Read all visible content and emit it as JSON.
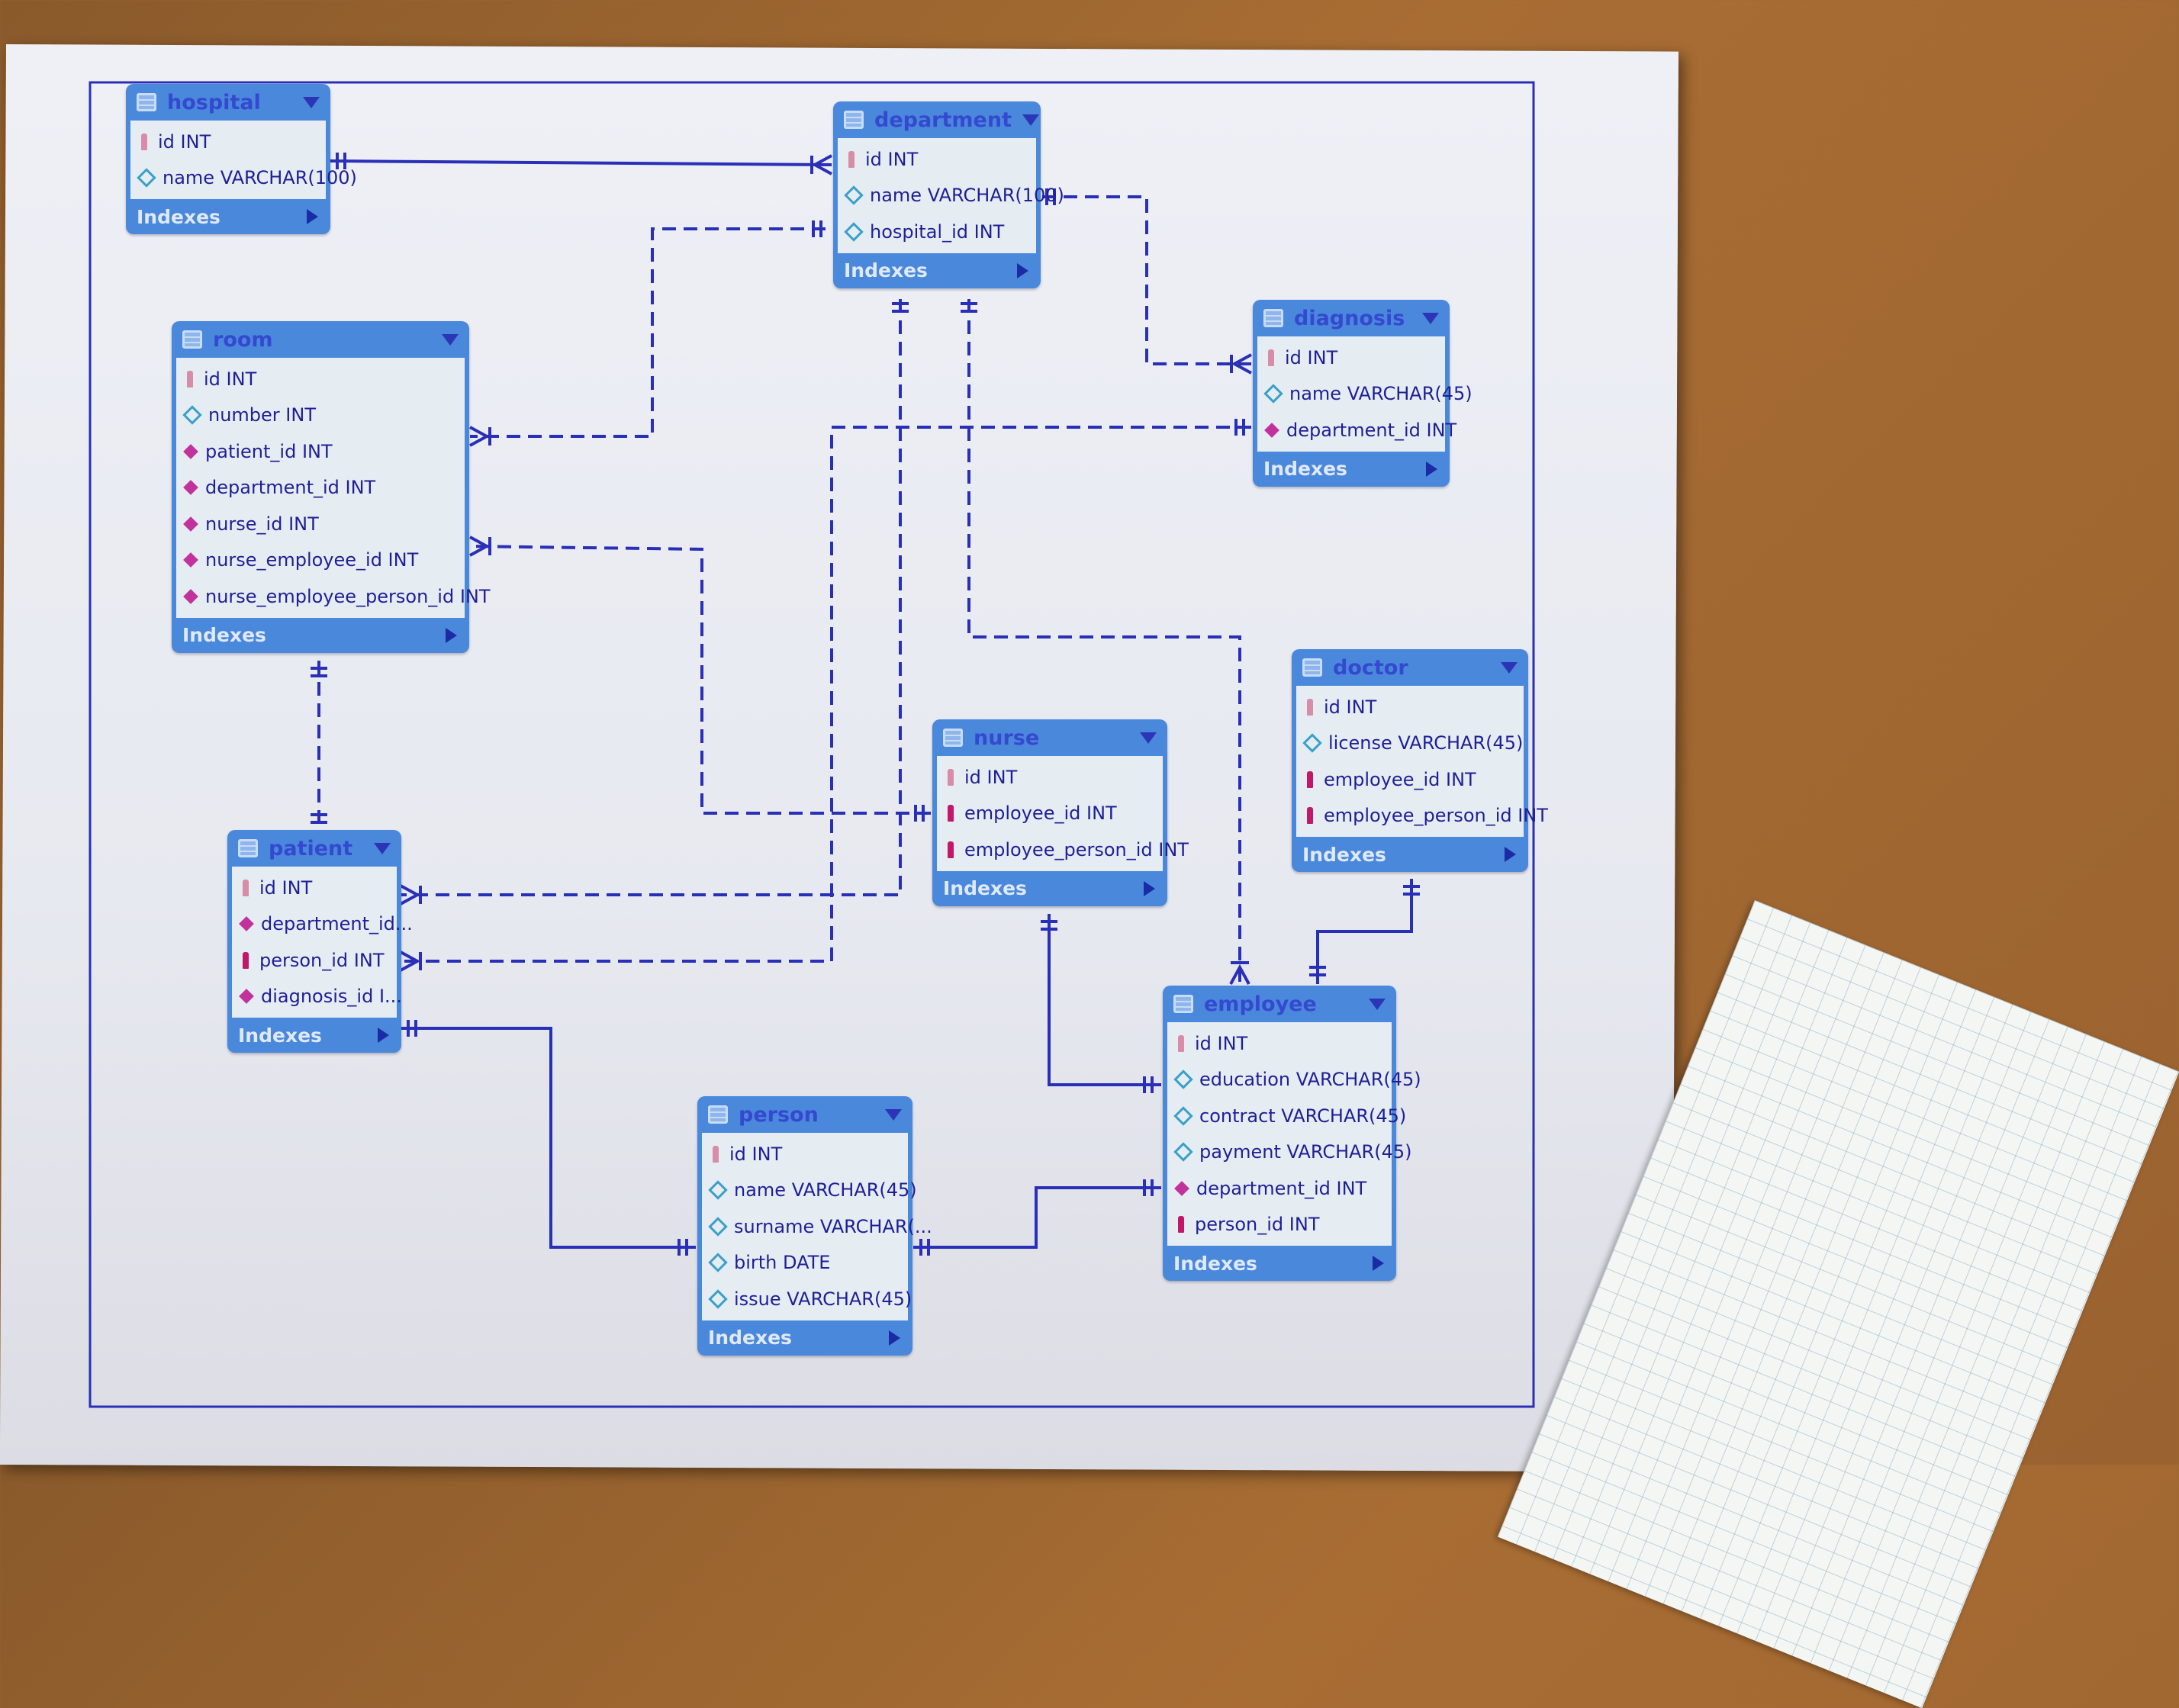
{
  "diagram": {
    "tables": [
      {
        "id": "hospital",
        "name": "hospital",
        "columns": [
          {
            "icon": "pk",
            "text": "id INT"
          },
          {
            "icon": "attr",
            "text": "name VARCHAR(100)"
          }
        ],
        "footer": "Indexes"
      },
      {
        "id": "department",
        "name": "department",
        "columns": [
          {
            "icon": "pk",
            "text": "id INT"
          },
          {
            "icon": "attr",
            "text": "name VARCHAR(100)"
          },
          {
            "icon": "attr",
            "text": "hospital_id INT"
          }
        ],
        "footer": "Indexes"
      },
      {
        "id": "diagnosis",
        "name": "diagnosis",
        "columns": [
          {
            "icon": "pk",
            "text": "id INT"
          },
          {
            "icon": "attr",
            "text": "name VARCHAR(45)"
          },
          {
            "icon": "fk",
            "text": "department_id INT"
          }
        ],
        "footer": "Indexes"
      },
      {
        "id": "room",
        "name": "room",
        "columns": [
          {
            "icon": "pk",
            "text": "id INT"
          },
          {
            "icon": "attr",
            "text": "number INT"
          },
          {
            "icon": "fk",
            "text": "patient_id INT"
          },
          {
            "icon": "fk",
            "text": "department_id INT"
          },
          {
            "icon": "fk",
            "text": "nurse_id INT"
          },
          {
            "icon": "fk",
            "text": "nurse_employee_id INT"
          },
          {
            "icon": "fk",
            "text": "nurse_employee_person_id INT"
          }
        ],
        "footer": "Indexes"
      },
      {
        "id": "doctor",
        "name": "doctor",
        "columns": [
          {
            "icon": "pk",
            "text": "id INT"
          },
          {
            "icon": "attr",
            "text": "license VARCHAR(45)"
          },
          {
            "icon": "pkfk",
            "text": "employee_id INT"
          },
          {
            "icon": "pkfk",
            "text": "employee_person_id INT"
          }
        ],
        "footer": "Indexes"
      },
      {
        "id": "nurse",
        "name": "nurse",
        "columns": [
          {
            "icon": "pk",
            "text": "id INT"
          },
          {
            "icon": "pkfk",
            "text": "employee_id INT"
          },
          {
            "icon": "pkfk",
            "text": "employee_person_id INT"
          }
        ],
        "footer": "Indexes"
      },
      {
        "id": "patient",
        "name": "patient",
        "columns": [
          {
            "icon": "pk",
            "text": "id INT"
          },
          {
            "icon": "fk",
            "text": "department_id..."
          },
          {
            "icon": "pkfk",
            "text": "person_id INT"
          },
          {
            "icon": "fk",
            "text": "diagnosis_id I..."
          }
        ],
        "footer": "Indexes"
      },
      {
        "id": "employee",
        "name": "employee",
        "columns": [
          {
            "icon": "pk",
            "text": "id INT"
          },
          {
            "icon": "attr",
            "text": "education VARCHAR(45)"
          },
          {
            "icon": "attr",
            "text": "contract VARCHAR(45)"
          },
          {
            "icon": "attr",
            "text": "payment VARCHAR(45)"
          },
          {
            "icon": "fk",
            "text": "department_id INT"
          },
          {
            "icon": "pkfk",
            "text": "person_id INT"
          }
        ],
        "footer": "Indexes"
      },
      {
        "id": "person",
        "name": "person",
        "columns": [
          {
            "icon": "pk",
            "text": "id INT"
          },
          {
            "icon": "attr",
            "text": "name VARCHAR(45)"
          },
          {
            "icon": "attr",
            "text": "surname VARCHAR(..."
          },
          {
            "icon": "attr",
            "text": "birth DATE"
          },
          {
            "icon": "attr",
            "text": "issue VARCHAR(45)"
          }
        ],
        "footer": "Indexes"
      }
    ],
    "relationships": [
      {
        "from": "hospital",
        "to": "department",
        "style": "identifying",
        "cardinality": "one-to-many"
      },
      {
        "from": "department",
        "to": "room",
        "style": "non-identifying",
        "cardinality": "one-to-many"
      },
      {
        "from": "department",
        "to": "diagnosis",
        "style": "non-identifying",
        "cardinality": "one-to-many"
      },
      {
        "from": "department",
        "to": "patient",
        "style": "non-identifying",
        "cardinality": "one-to-many"
      },
      {
        "from": "department",
        "to": "employee",
        "style": "non-identifying",
        "cardinality": "one-to-many"
      },
      {
        "from": "diagnosis",
        "to": "patient",
        "style": "non-identifying",
        "cardinality": "one-to-many"
      },
      {
        "from": "nurse",
        "to": "room",
        "style": "non-identifying",
        "cardinality": "one-to-many"
      },
      {
        "from": "room",
        "to": "patient",
        "style": "non-identifying",
        "cardinality": "one-to-one"
      },
      {
        "from": "employee",
        "to": "nurse",
        "style": "identifying",
        "cardinality": "one-to-one"
      },
      {
        "from": "employee",
        "to": "doctor",
        "style": "identifying",
        "cardinality": "one-to-one"
      },
      {
        "from": "person",
        "to": "patient",
        "style": "identifying",
        "cardinality": "one-to-one"
      },
      {
        "from": "person",
        "to": "employee",
        "style": "identifying",
        "cardinality": "one-to-one"
      }
    ],
    "colors": {
      "line": "#2a2fb8",
      "table_header": "#4a88dc",
      "table_body": "#e5edf3",
      "pk": "#d88ca8",
      "fk": "#c2329d",
      "attr": "#3aa0c8"
    }
  }
}
